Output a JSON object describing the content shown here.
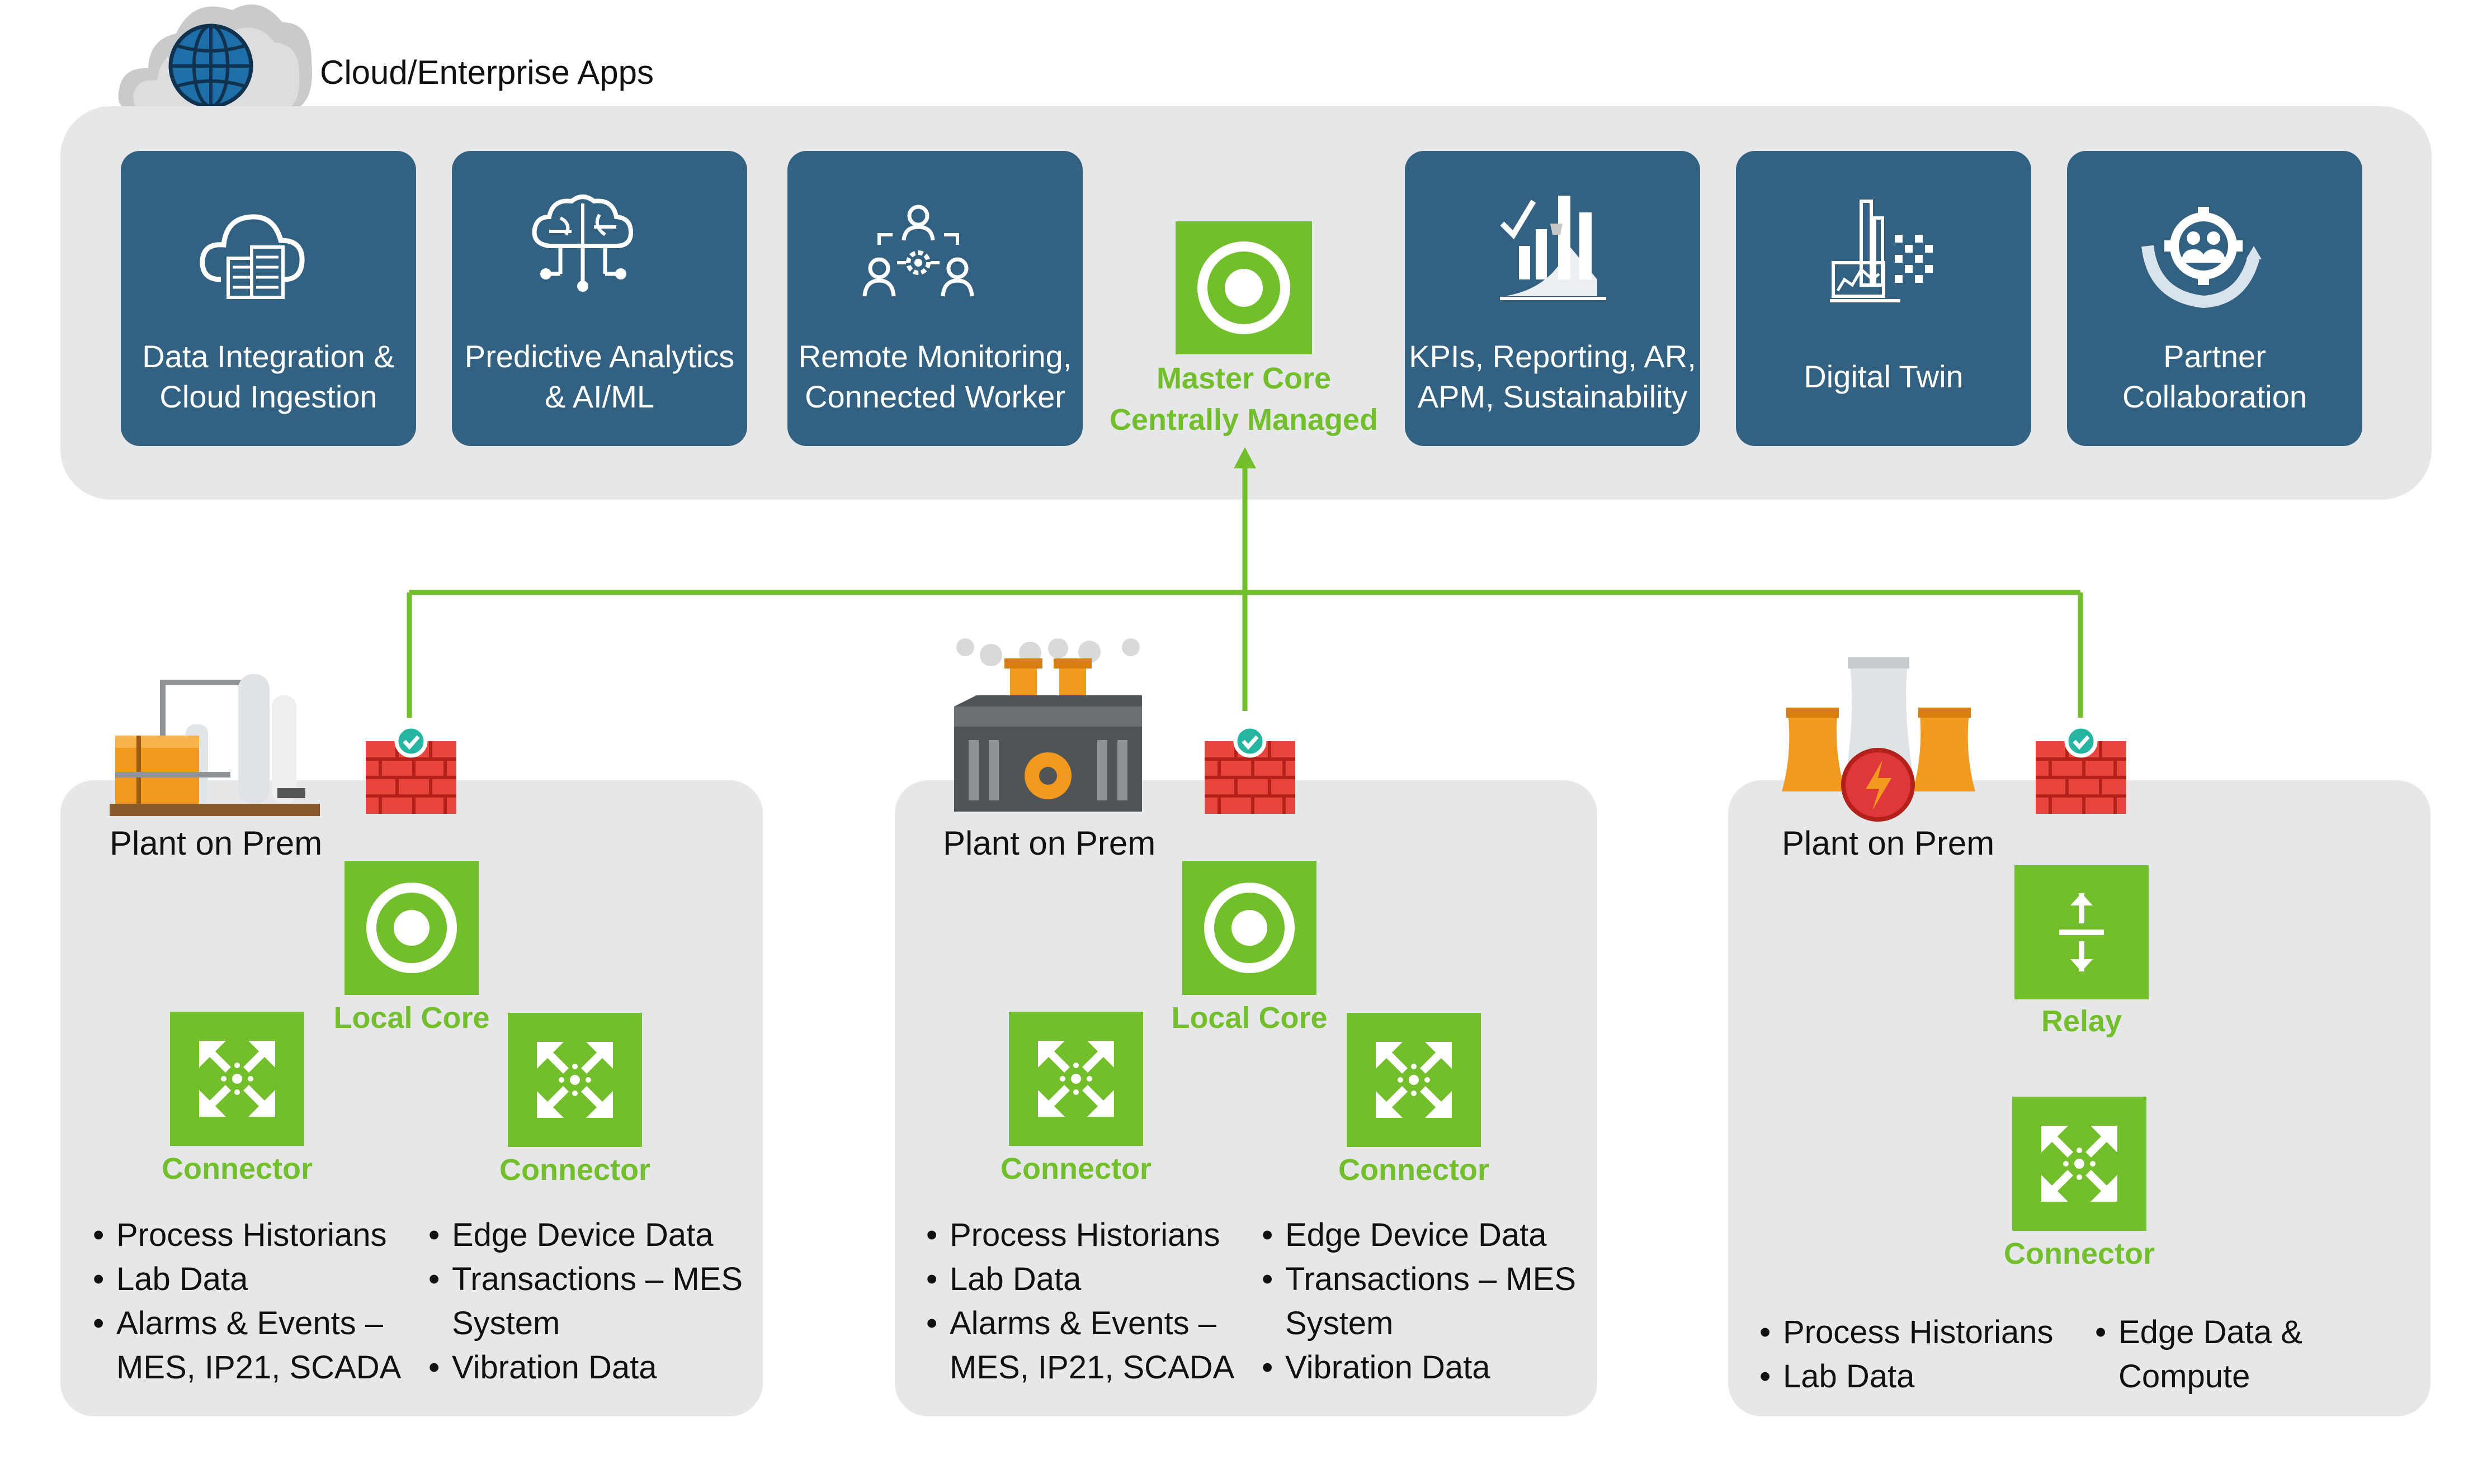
{
  "header": {
    "title": "Cloud/Enterprise Apps"
  },
  "apps": [
    {
      "label": "Data Integration &\nCloud Ingestion",
      "icon": "cloud-server-icon"
    },
    {
      "label": "Predictive Analytics\n& AI/ML",
      "icon": "brain-circuit-icon"
    },
    {
      "label": "Remote Monitoring,\nConnected Worker",
      "icon": "team-network-icon"
    },
    {
      "label": "KPIs, Reporting, AR,\nAPM, Sustainability",
      "icon": "kpi-chart-icon"
    },
    {
      "label": "Digital Twin",
      "icon": "digital-twin-icon"
    },
    {
      "label": "Partner\nCollaboration",
      "icon": "partner-gear-icon"
    }
  ],
  "master_core": {
    "label": "Master Core\nCentrally Managed",
    "icon": "core-ring-icon"
  },
  "plants": [
    {
      "label": "Plant on Prem",
      "icon": "refinery-icon",
      "hub_label": "Local Core",
      "connectors": [
        "Connector",
        "Connector"
      ],
      "list_left": [
        "Process Historians",
        "Lab Data",
        "Alarms & Events –\nMES, IP21, SCADA"
      ],
      "list_right": [
        "Edge Device Data",
        "Transactions – MES\nSystem",
        "Vibration Data"
      ]
    },
    {
      "label": "Plant on Prem",
      "icon": "factory-icon",
      "hub_label": "Local Core",
      "connectors": [
        "Connector",
        "Connector"
      ],
      "list_left": [
        "Process Historians",
        "Lab Data",
        "Alarms & Events –\nMES, IP21, SCADA"
      ],
      "list_right": [
        "Edge Device Data",
        "Transactions – MES\nSystem",
        "Vibration Data"
      ]
    },
    {
      "label": "Plant on Prem",
      "icon": "power-plant-icon",
      "hub_label": "Relay",
      "connectors": [
        "Connector"
      ],
      "list_left": [
        "Process Historians",
        "Lab Data"
      ],
      "list_right": [
        "Edge Data &\nCompute"
      ]
    }
  ],
  "colors": {
    "panel": "#e6e7e8",
    "card": "#336181",
    "green": "#72bf2b",
    "firewall": "#e8463c",
    "check": "#26b5a0",
    "plant_orange": "#f39a1e"
  }
}
